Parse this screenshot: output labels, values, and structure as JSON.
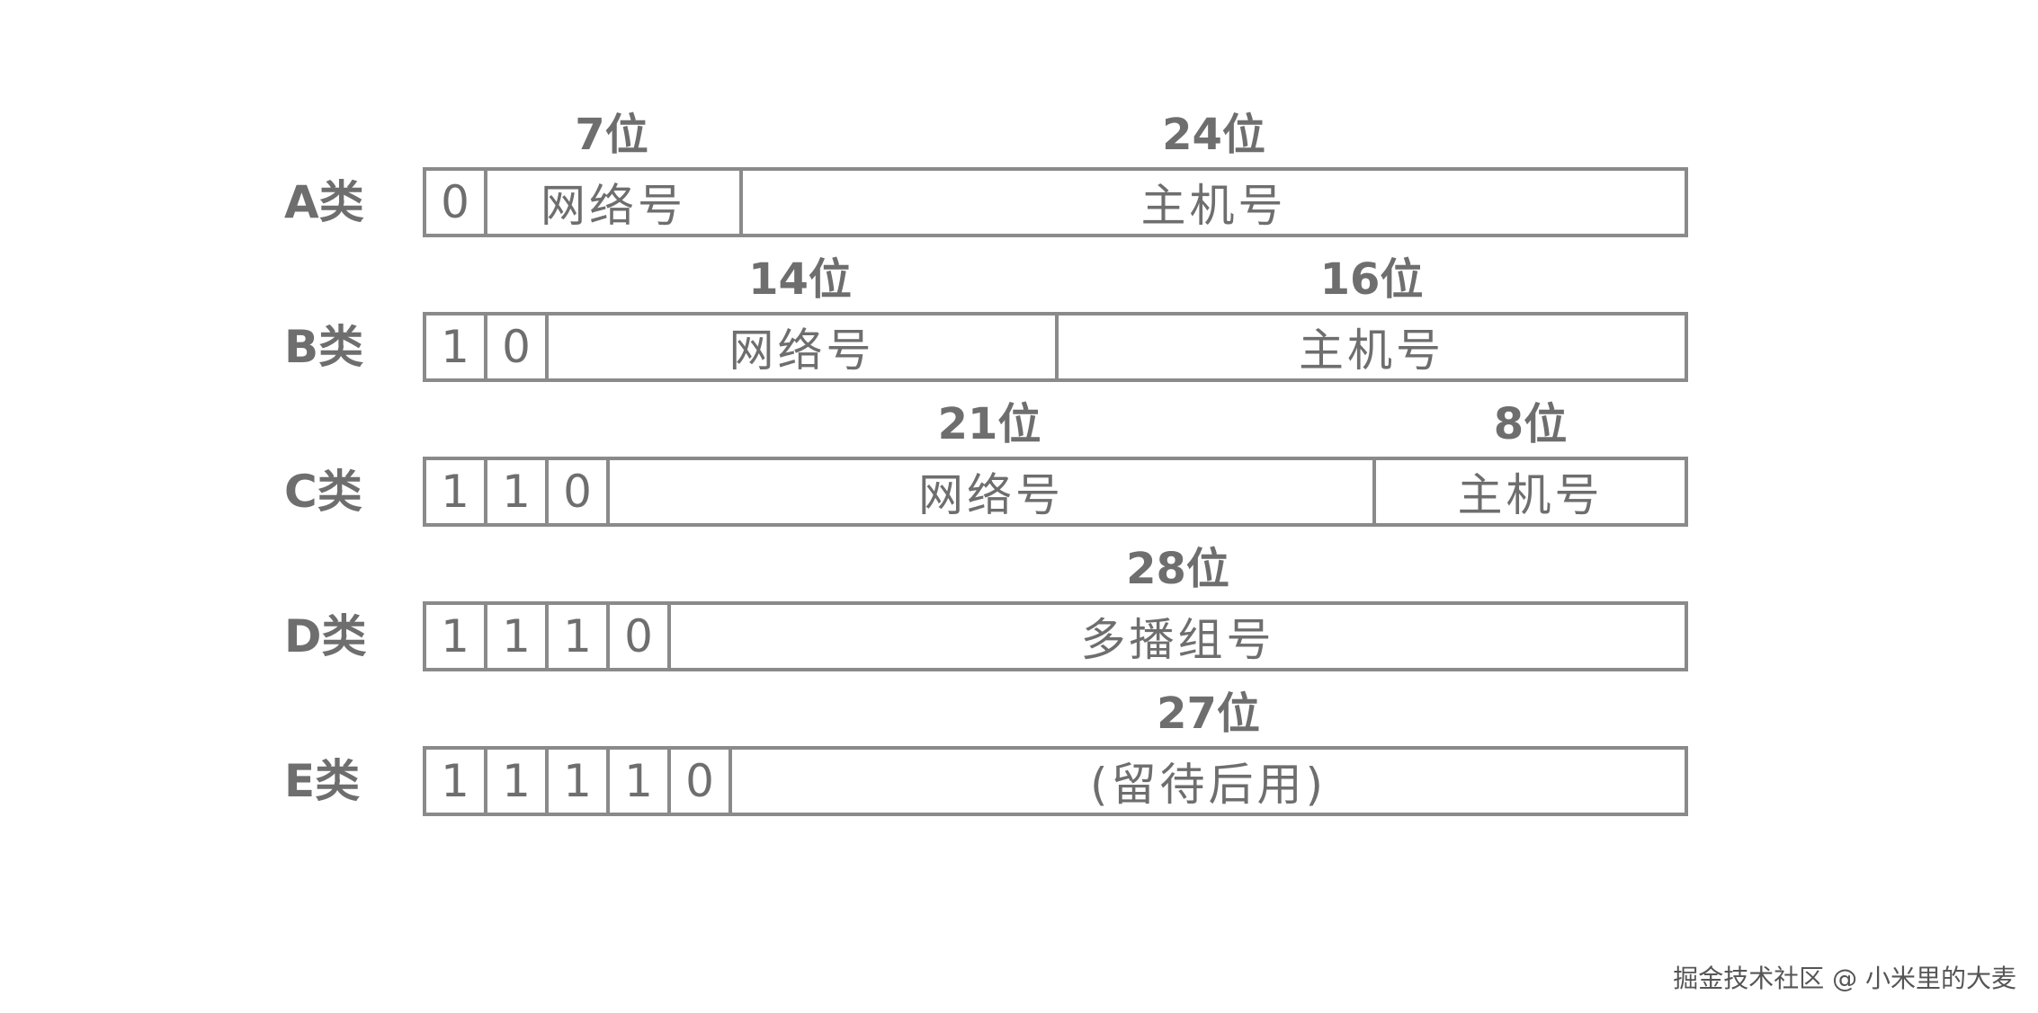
{
  "rows": [
    {
      "class_label": "A类",
      "bits": [
        "0"
      ],
      "fields": [
        {
          "text": "网络号",
          "bits_label": "7位"
        },
        {
          "text": "主机号",
          "bits_label": "24位"
        }
      ]
    },
    {
      "class_label": "B类",
      "bits": [
        "1",
        "0"
      ],
      "fields": [
        {
          "text": "网络号",
          "bits_label": "14位"
        },
        {
          "text": "主机号",
          "bits_label": "16位"
        }
      ]
    },
    {
      "class_label": "C类",
      "bits": [
        "1",
        "1",
        "0"
      ],
      "fields": [
        {
          "text": "网络号",
          "bits_label": "21位"
        },
        {
          "text": "主机号",
          "bits_label": "8位"
        }
      ]
    },
    {
      "class_label": "D类",
      "bits": [
        "1",
        "1",
        "1",
        "0"
      ],
      "fields": [
        {
          "text": "多播组号",
          "bits_label": "28位"
        }
      ]
    },
    {
      "class_label": "E类",
      "bits": [
        "1",
        "1",
        "1",
        "1",
        "0"
      ],
      "fields": [
        {
          "text": "(留待后用)",
          "bits_label": "27位"
        }
      ]
    }
  ],
  "watermark": "掘金技术社区 @ 小米里的大麦",
  "colors": {
    "text": "#6e6e6e",
    "border": "#8a8a8a",
    "background": "#ffffff"
  }
}
